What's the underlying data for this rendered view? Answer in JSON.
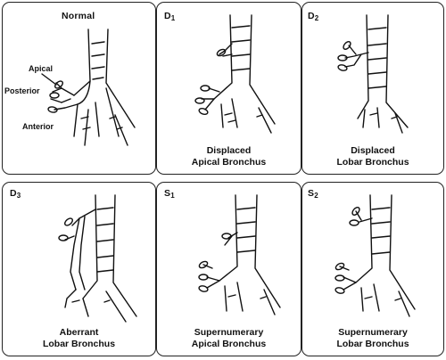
{
  "panels": [
    {
      "id": "normal",
      "label": "Normal",
      "caption1": "",
      "caption2": ""
    },
    {
      "id": "d1",
      "label_main": "D",
      "label_sub": "1",
      "caption1": "Displaced",
      "caption2": "Apical Bronchus"
    },
    {
      "id": "d2",
      "label_main": "D",
      "label_sub": "2",
      "caption1": "Displaced",
      "caption2": "Lobar Bronchus"
    },
    {
      "id": "d3",
      "label_main": "D",
      "label_sub": "3",
      "caption1": "Aberrant",
      "caption2": "Lobar Bronchus"
    },
    {
      "id": "s1",
      "label_main": "S",
      "label_sub": "1",
      "caption1": "Supernumerary",
      "caption2": "Apical Bronchus"
    },
    {
      "id": "s2",
      "label_main": "S",
      "label_sub": "2",
      "caption1": "Supernumerary",
      "caption2": "Lobar Bronchus"
    }
  ],
  "normal_parts": {
    "apical": "Apical",
    "posterior": "Posterior",
    "anterior": "Anterior"
  }
}
